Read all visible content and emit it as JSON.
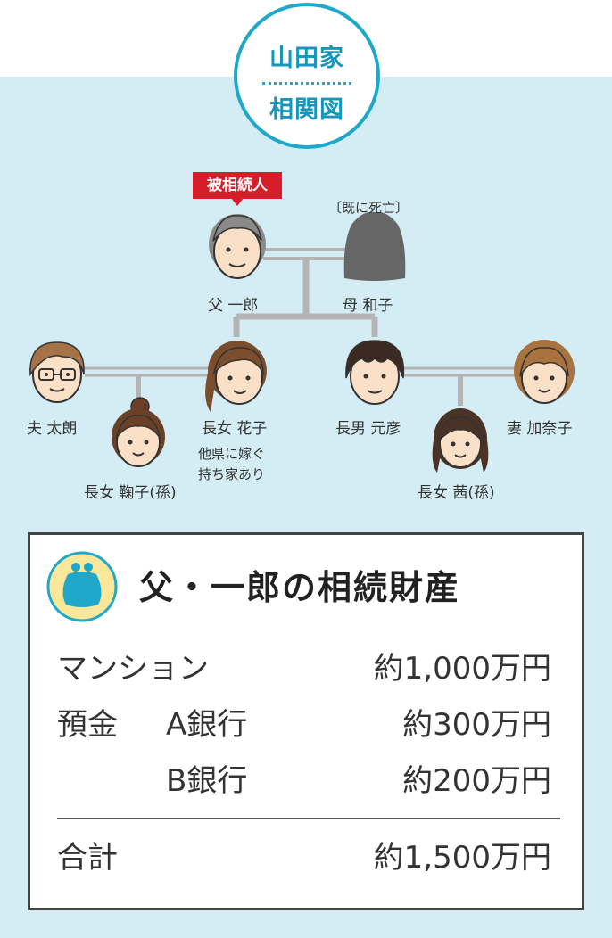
{
  "header": {
    "title_line1": "山田家",
    "title_line2": "相関図"
  },
  "tree": {
    "decedent_tag": "被相続人",
    "deceased_note": "〔既に死亡〕",
    "people": {
      "father": "父 一郎",
      "mother": "母 和子",
      "husband": "夫 太朗",
      "daughter": "長女 花子",
      "daughter_note_1": "他県に嫁ぐ",
      "daughter_note_2": "持ち家あり",
      "granddaughter_1": "長女 鞠子(孫)",
      "son": "長男 元彦",
      "wife": "妻 加奈子",
      "granddaughter_2": "長女 茜(孫)"
    }
  },
  "assets": {
    "heading": "父・一郎の相続財産",
    "icon": "purse-icon",
    "rows": [
      {
        "label": "マンション",
        "sublabel": "",
        "value": "約1,000万円"
      },
      {
        "label": "預金",
        "sublabel": "A銀行",
        "value": "約300万円"
      },
      {
        "label": "",
        "sublabel": "B銀行",
        "value": "約200万円"
      }
    ],
    "total": {
      "label": "合計",
      "value": "約1,500万円"
    }
  },
  "colors": {
    "accent": "#1fa8c9",
    "tag_red": "#d51e2a",
    "background": "#d4ecf3"
  }
}
